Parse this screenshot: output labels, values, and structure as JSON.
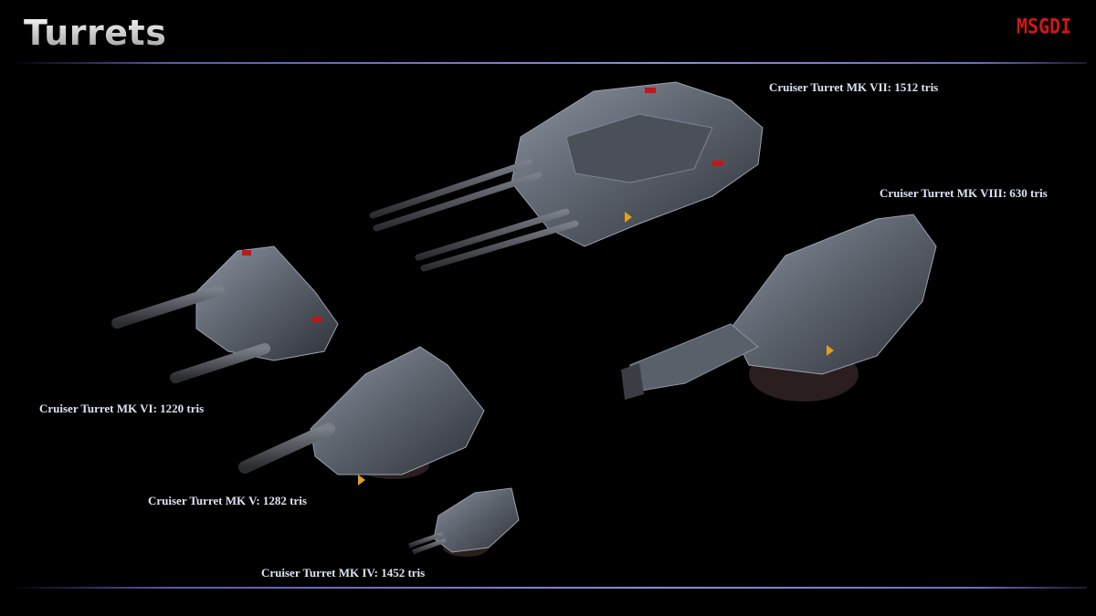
{
  "slide": {
    "title": "Turrets",
    "logo": "MSGDI",
    "accent_color": "#6a70c8",
    "logo_color": "#d01818"
  },
  "turrets": [
    {
      "label": "Cruiser Turret MK VII: 1512 tris"
    },
    {
      "label": "Cruiser Turret MK VIII: 630 tris"
    },
    {
      "label": "Cruiser Turret MK VI: 1220 tris"
    },
    {
      "label": "Cruiser Turret MK V: 1282 tris"
    },
    {
      "label": "Cruiser Turret MK IV: 1452 tris"
    }
  ]
}
